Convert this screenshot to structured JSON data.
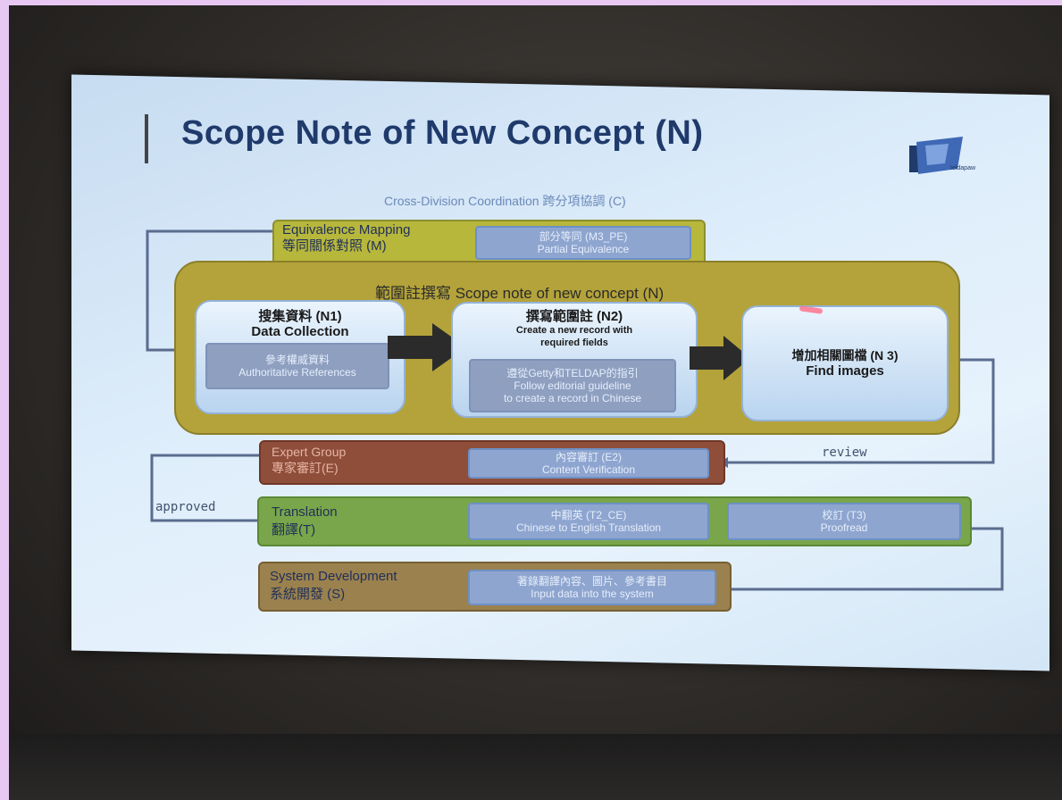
{
  "slide": {
    "title": "Scope Note of New Concept (N)",
    "logo_text": "teldapaw",
    "subtitle": "Cross-Division Coordination   跨分項協調 (C)"
  },
  "mapping": {
    "label_en": "Equivalence Mapping",
    "label_zh": "等同關係對照 (M)",
    "item_zh": "部分等同 (M3_PE)",
    "item_en": "Partial Equivalence"
  },
  "scope": {
    "title": "範圍註撰寫  Scope note of new concept (N)",
    "n1": {
      "head_zh": "搜集資料 (N1)",
      "head_en": "Data Collection",
      "inner_zh": "參考權威資料",
      "inner_en": "Authoritative References"
    },
    "n2": {
      "head_zh": "撰寫範圍註 (N2)",
      "sub1": "Create a new record with",
      "sub2": "required fields",
      "inner_zh": "遵從Getty和TELDAP的指引",
      "inner_en1": "Follow editorial guideline",
      "inner_en2": "to create a record in Chinese"
    },
    "n3": {
      "head_zh": "增加相關圖檔 (N 3)",
      "head_en": "Find images"
    }
  },
  "flow_labels": {
    "review": "review",
    "approved": "approved"
  },
  "expert": {
    "label_en": "Expert Group",
    "label_zh": "專家審訂(E)",
    "item_zh": "內容審訂 (E2)",
    "item_en": "Content Verification"
  },
  "translation": {
    "label_en": "Translation",
    "label_zh": "翻譯(T)",
    "item1_zh": "中翻英 (T2_CE)",
    "item1_en": "Chinese to English Translation",
    "item2_zh": "校訂 (T3)",
    "item2_en": "Proofread"
  },
  "sysdev": {
    "label_en": "System Development",
    "label_zh": "系統開發 (S)",
    "item_zh": "著錄翻譯內容、圖片、參考書目",
    "item_en": "Input data into the system"
  }
}
